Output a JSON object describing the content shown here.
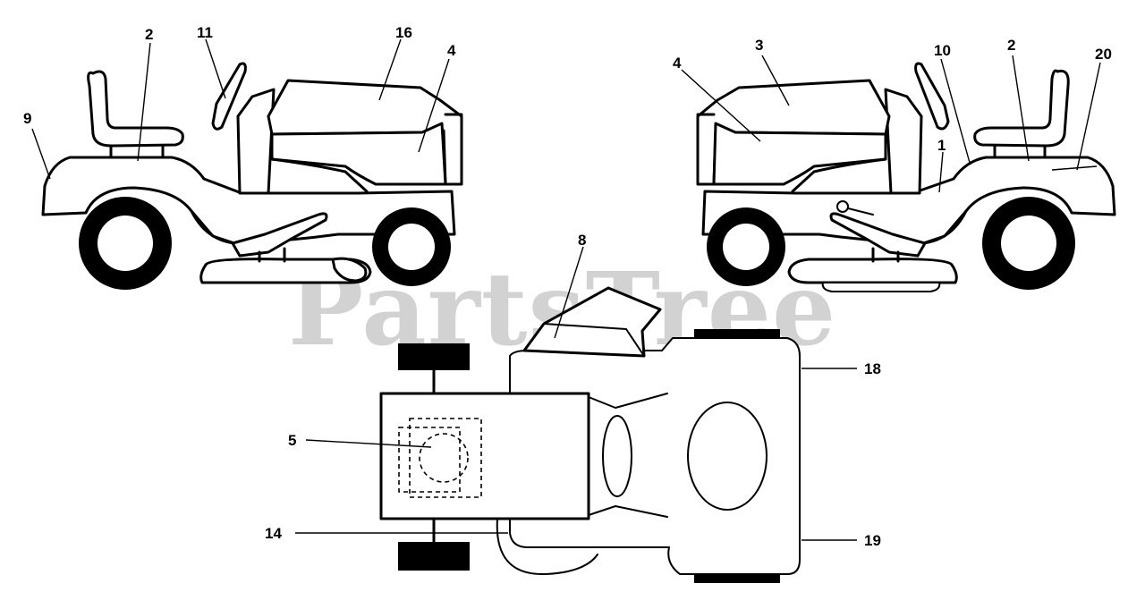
{
  "watermark": {
    "text": "PartsTree",
    "mark": "TM"
  },
  "callouts": {
    "c1": "1",
    "c2": "2",
    "c3": "3",
    "c4": "4",
    "c5": "5",
    "c8": "8",
    "c9": "9",
    "c10": "10",
    "c11": "11",
    "c14": "14",
    "c16": "16",
    "c18": "18",
    "c19": "19",
    "c20": "20"
  }
}
